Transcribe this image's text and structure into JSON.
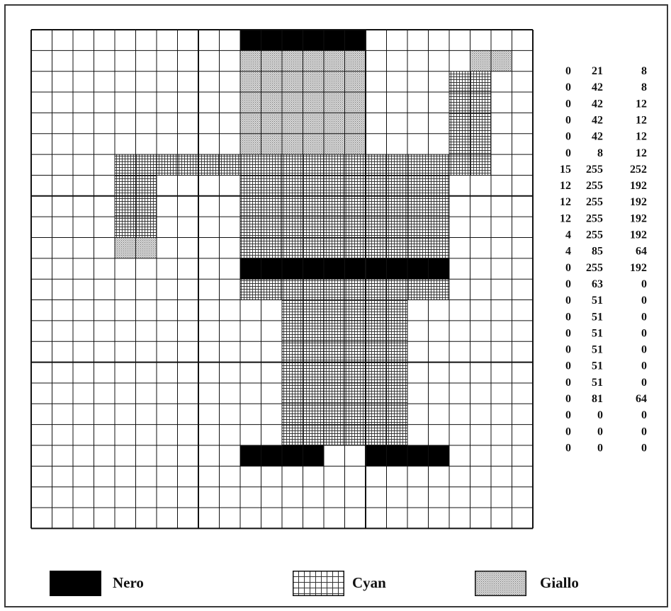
{
  "sprite": {
    "cols": 24,
    "rows": 24,
    "colors": {
      "empty": "#ffffff",
      "black": "#000000",
      "cyan_pattern": "fine square crosshatch",
      "yellow_pattern": "fine dot stipple"
    },
    "pixel_rows": [
      "..........BBBBBB........",
      "..........YYYYYY.....YY.",
      "..........YYYYYY....CC..",
      "..........YYYYYY....CC..",
      "..........YYYYYY....CC..",
      "..........YYYYYY....CC..",
      "....CCCCCCCCCCCCCCCCCC..",
      "....CC....CCCCCCCCCC....",
      "....CC....CCCCCCCCCC....",
      "....CC....CCCCCCCCCC....",
      "....YY....CCCCCCCCCC....",
      "..........BBBBBBBBBB....",
      "..........CCCCCCCCCC....",
      "............CCCCCC......",
      "............CCCCCC......",
      "............CCCCCC......",
      "............CCCCCC......",
      "............CCCCCC......",
      "............CCCCCC......",
      "............CCCCCC......",
      "..........BBBB..BBBB....",
      "........................",
      "........................",
      "........................"
    ]
  },
  "values": [
    [
      "0",
      "21",
      "8"
    ],
    [
      "0",
      "42",
      "8"
    ],
    [
      "0",
      "42",
      "12"
    ],
    [
      "0",
      "42",
      "12"
    ],
    [
      "0",
      "42",
      "12"
    ],
    [
      "0",
      "8",
      "12"
    ],
    [
      "15",
      "255",
      "252"
    ],
    [
      "12",
      "255",
      "192"
    ],
    [
      "12",
      "255",
      "192"
    ],
    [
      "12",
      "255",
      "192"
    ],
    [
      "4",
      "255",
      "192"
    ],
    [
      "4",
      "85",
      "64"
    ],
    [
      "0",
      "255",
      "192"
    ],
    [
      "0",
      "63",
      "0"
    ],
    [
      "0",
      "51",
      "0"
    ],
    [
      "0",
      "51",
      "0"
    ],
    [
      "0",
      "51",
      "0"
    ],
    [
      "0",
      "51",
      "0"
    ],
    [
      "0",
      "51",
      "0"
    ],
    [
      "0",
      "51",
      "0"
    ],
    [
      "0",
      "81",
      "64"
    ],
    [
      "0",
      "0",
      "0"
    ],
    [
      "0",
      "0",
      "0"
    ],
    [
      "0",
      "0",
      "0"
    ]
  ],
  "legend": {
    "nero": "Nero",
    "cyan": "Cyan",
    "giallo": "Giallo"
  }
}
